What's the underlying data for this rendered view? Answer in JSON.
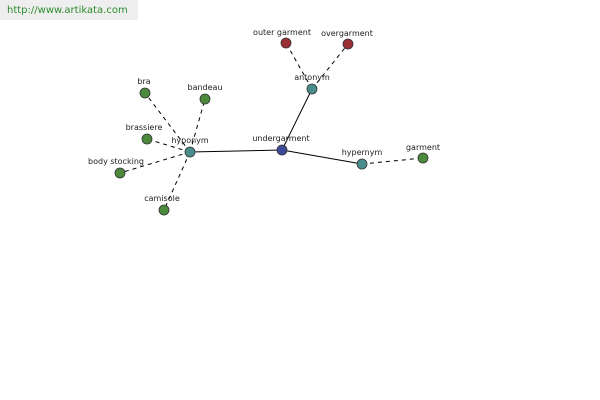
{
  "header": {
    "url": "http://www.artikata.com"
  },
  "colors": {
    "relation": "#4a8d8d",
    "center": "#3d4a9a",
    "word": "#4b8a3c",
    "antonym_word": "#9a2f35"
  },
  "graph": {
    "center": "undergarment",
    "relations": {
      "hyponym": "hyponym",
      "antonym": "antonym",
      "hypernym": "hypernym"
    },
    "hyponym_words": [
      "bra",
      "bandeau",
      "brassiere",
      "body stocking",
      "camisole"
    ],
    "antonym_words": [
      "outer garment",
      "overgarment"
    ],
    "hypernym_words": [
      "garment"
    ]
  }
}
